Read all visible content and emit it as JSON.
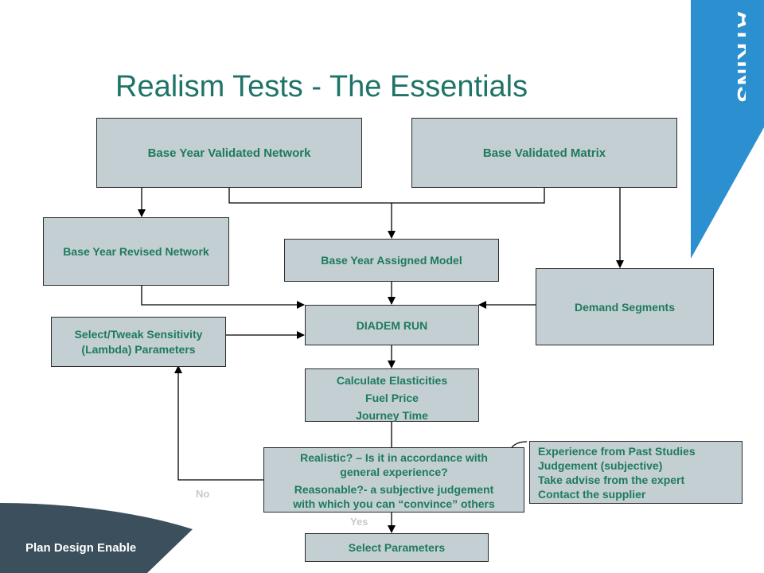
{
  "slide": {
    "title": "Realism Tests - The Essentials",
    "brand": "ATKINS",
    "tagline": "Plan Design Enable"
  },
  "flowchart": {
    "network": "Base Year Validated Network",
    "matrix": "Base Validated Matrix",
    "revised_network": "Base Year Revised Network",
    "assigned_model": "Base Year Assigned Model",
    "demand_segments": "Demand Segments",
    "sensitivity": [
      "Select/Tweak Sensitivity",
      "(Lambda)  Parameters"
    ],
    "diadem": "DIADEM RUN",
    "elasticities": [
      "Calculate Elasticities",
      "Fuel Price",
      "Journey Time"
    ],
    "realistic": [
      "Realistic? – Is it in accordance with",
      "general experience?",
      "Reasonable?- a subjective judgement",
      "with which you can “convince” others"
    ],
    "notes": [
      "Experience from Past Studies",
      "Judgement (subjective)",
      "Take advise from the expert",
      "Contact the supplier"
    ],
    "select_params": "Select Parameters",
    "no_label": "No",
    "yes_label": "Yes"
  },
  "colors": {
    "title": "#1e7468",
    "box_fill": "#c3cfd3",
    "box_text": "#1e7a5e",
    "brand_blue": "#2b8fd0",
    "corner_dark": "#3c4f5c"
  }
}
